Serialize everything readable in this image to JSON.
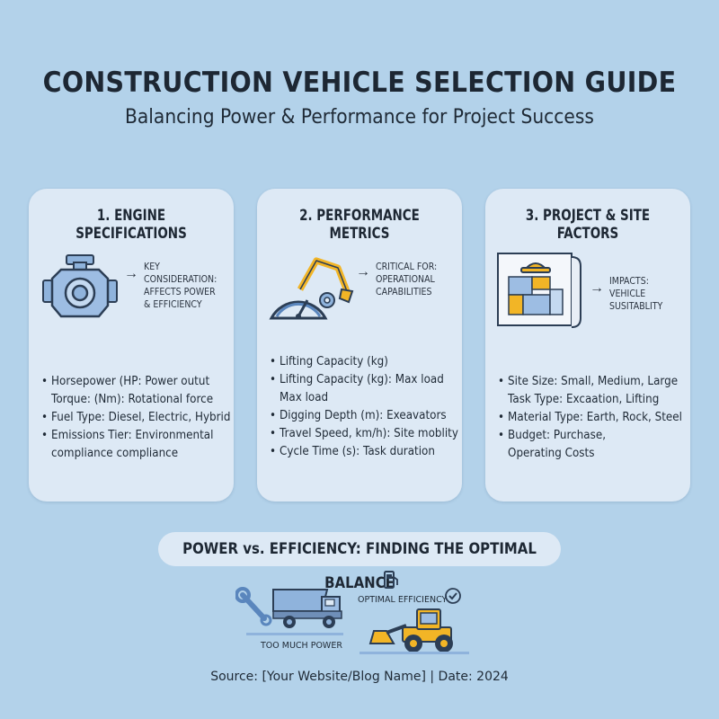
{
  "header": {
    "title": "CONSTRUCTION VEHICLE SELECTION GUIDE",
    "subtitle": "Balancing Power & Performance for Project Success"
  },
  "cards": [
    {
      "title": "1. ENGINE SPECIFICATIONS",
      "icon": "engine-icon",
      "note": [
        "KEY CONSIDERATION:",
        "AFFECTS POWER",
        "& EFFICIENCY"
      ],
      "bullets": [
        "Horsepower (HP: Power outut",
        "Torque: (Nm): Rotational force",
        "Fuel Type: Diesel, Electric, Hybrid",
        "Emissions Tier: Environmental",
        "compliance compliance"
      ]
    },
    {
      "title": "2. PERFORMANCE METRICS",
      "icon": "excavator-gauge-icon",
      "note": [
        "CRITICAL FOR:",
        "OPERATIONAL",
        "CAPABILITIES"
      ],
      "bullets": [
        "Lifting Capacity (kg)",
        "Lifting Capacity (kg): Max load",
        "Max load",
        "Digging Depth (m): Exeavators",
        "Travel Speed, km/h): Site moblity",
        "Cycle Time (s): Task duration"
      ]
    },
    {
      "title": "3. PROJECT & SITE FACTORS",
      "icon": "site-blueprint-icon",
      "note": [
        "IMPACTS:",
        "VEHICLE SUSITABLITY"
      ],
      "bullets": [
        "Site Size: Small, Medium, Large",
        "Task Type: Excaation, Lifting",
        "Material Type: Earth, Rock, Steel",
        "Budget: Purchase,",
        "Operating Costs"
      ]
    }
  ],
  "balance": {
    "banner": "POWER vs. EFFICIENCY: FINDING THE OPTIMAL BALANCE",
    "left_label": "TOO MUCH POWER",
    "right_label": "OPTIMAL EFFICIENCY"
  },
  "footer": {
    "source": "Source: [Your Website/Blog Name] | Date: 2024"
  },
  "colors": {
    "background": "#b3d2ea",
    "card": "#dde9f5",
    "accent_yellow": "#f2b526",
    "icon_blue": "#8fb3dc"
  }
}
